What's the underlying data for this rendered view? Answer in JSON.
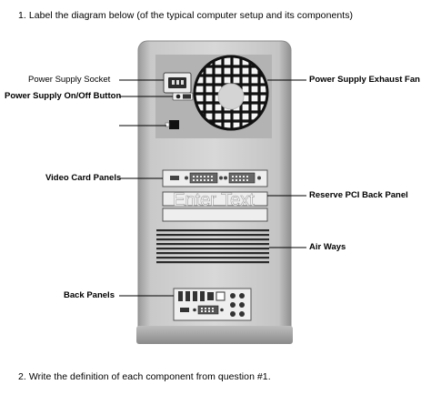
{
  "questions": {
    "q1": "1.  Label the diagram below (of the typical computer setup and its components)",
    "q2": "2.  Write the definition of each component from question #1."
  },
  "labels": {
    "power_supply_socket": "Power Supply Socket",
    "power_switch": "Power Supply On/Off Button",
    "exhaust_fan": "Power Supply Exhaust Fan",
    "video_card": "Video Card Panels",
    "reserve_pci": "Reserve PCI Back Panel",
    "air_ways": "Air Ways",
    "back_panels": "Back Panels",
    "unlabeled_component": ""
  },
  "answer_field": {
    "placeholder": "Enter Text"
  }
}
